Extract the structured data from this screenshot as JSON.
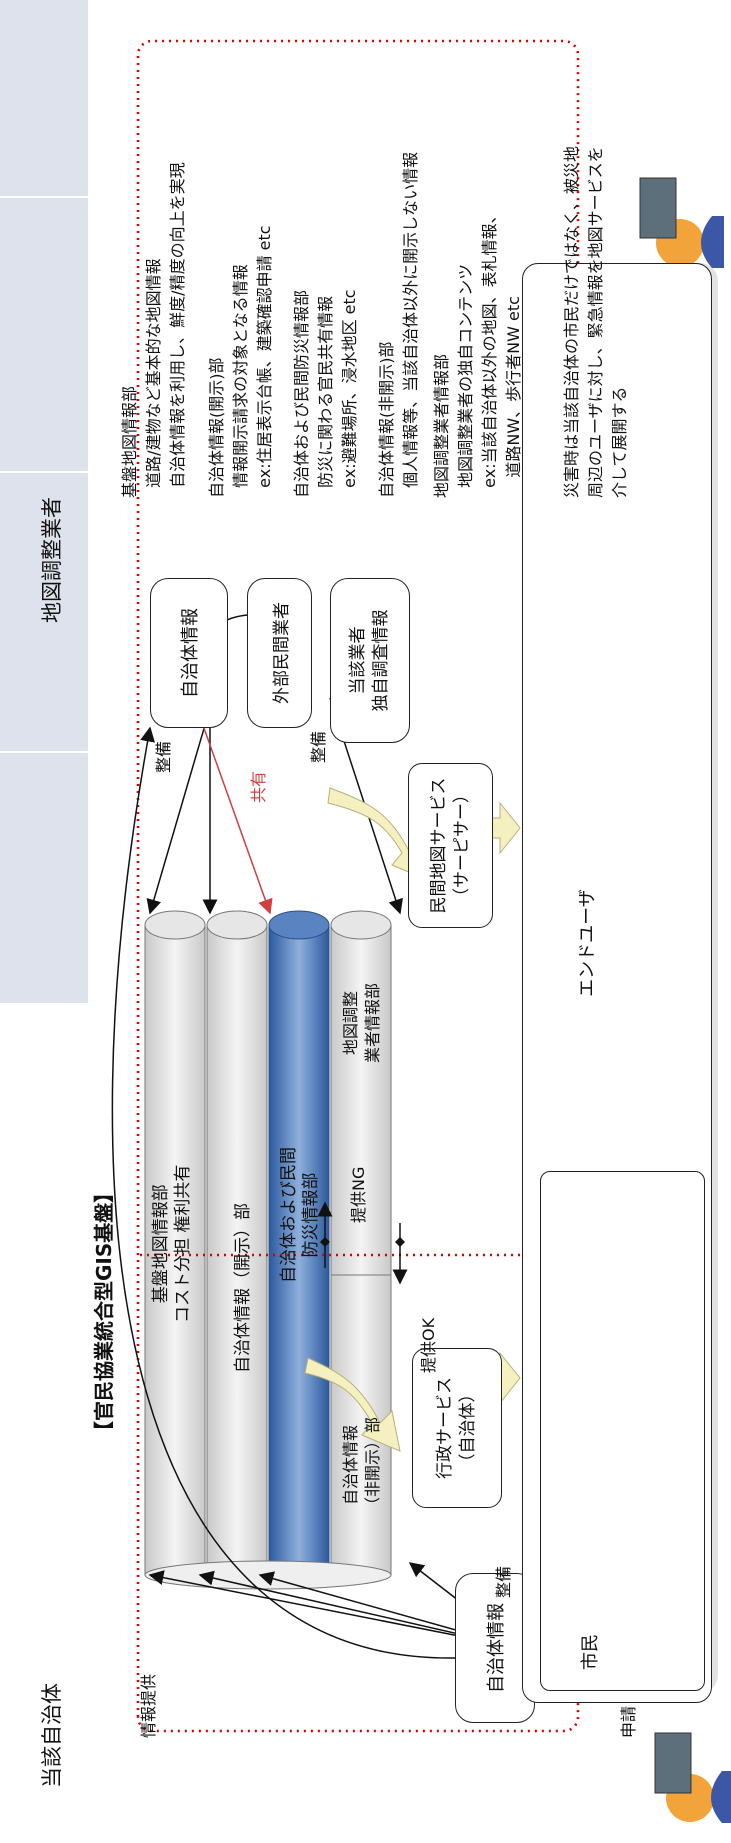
{
  "title_platform": "【官民協業統合型GIS基盤】",
  "actor_left": "当該自治体",
  "actor_right": "地図調整業者",
  "boxes": {
    "left_info": "自治体情報",
    "right_info": "自治体情報",
    "external": "外部民間業者",
    "own_survey": "当該業者\n独自調査情報",
    "admin_service": "行政サービス\n（自治体）",
    "private_service": "民間地図サービス\n（サーピサー）",
    "end_user": "エンドユーザ",
    "citizen": "市民"
  },
  "layers": {
    "base": "基盤地図情報部\nコスト分担 権利共有",
    "public": "自治体情報（開示）部",
    "disaster": "自治体および民間\n防災情報部",
    "private_part": "自治体情報\n（非開示）部",
    "survey_part": "地図調整\n業者情報部"
  },
  "labels": {
    "provide_info": "情報提供",
    "apply": "申請",
    "maintain_left": "整備",
    "maintain_right": "整備",
    "maintain_right2": "整備",
    "share": "共有",
    "provide_ng": "提供NG",
    "provide_ok": "提供OK"
  },
  "descriptions": [
    "基盤地図情報部\n  道路/建物など基本的な地図情報\n  自治体情報を利用し、鮮度/精度の向上を実現",
    "自治体情報(開示)部\n  情報開示請求の対象となる情報\n  ex:住居表示台帳、建築確認申請 etc",
    "自治体および民間防災情報部\n  防災に関わる官民共有情報\n  ex:避難場所、浸水地区 etc",
    "自治体情報(非開示)部\n  個人情報等、当該自治体以外に開示しない情報",
    "地図調整業者情報部\n  地図調整業者の独自コンテンツ\n  ex:当該自治体以外の地図、表札情報、\n    道路NW、歩行者NW etc",
    "災害時は当該自治体の市民だけではなく、被災地\n周辺のユーザに対し、緊急情報を地図サービスを\n介して展開する"
  ],
  "colors": {
    "dotted_border": "#d80000",
    "share_arrow": "#d04040",
    "disaster_layer": "#3f6fb5",
    "gray_layer": "#d4d4d4",
    "block_arrow": "#f5f0c0"
  }
}
